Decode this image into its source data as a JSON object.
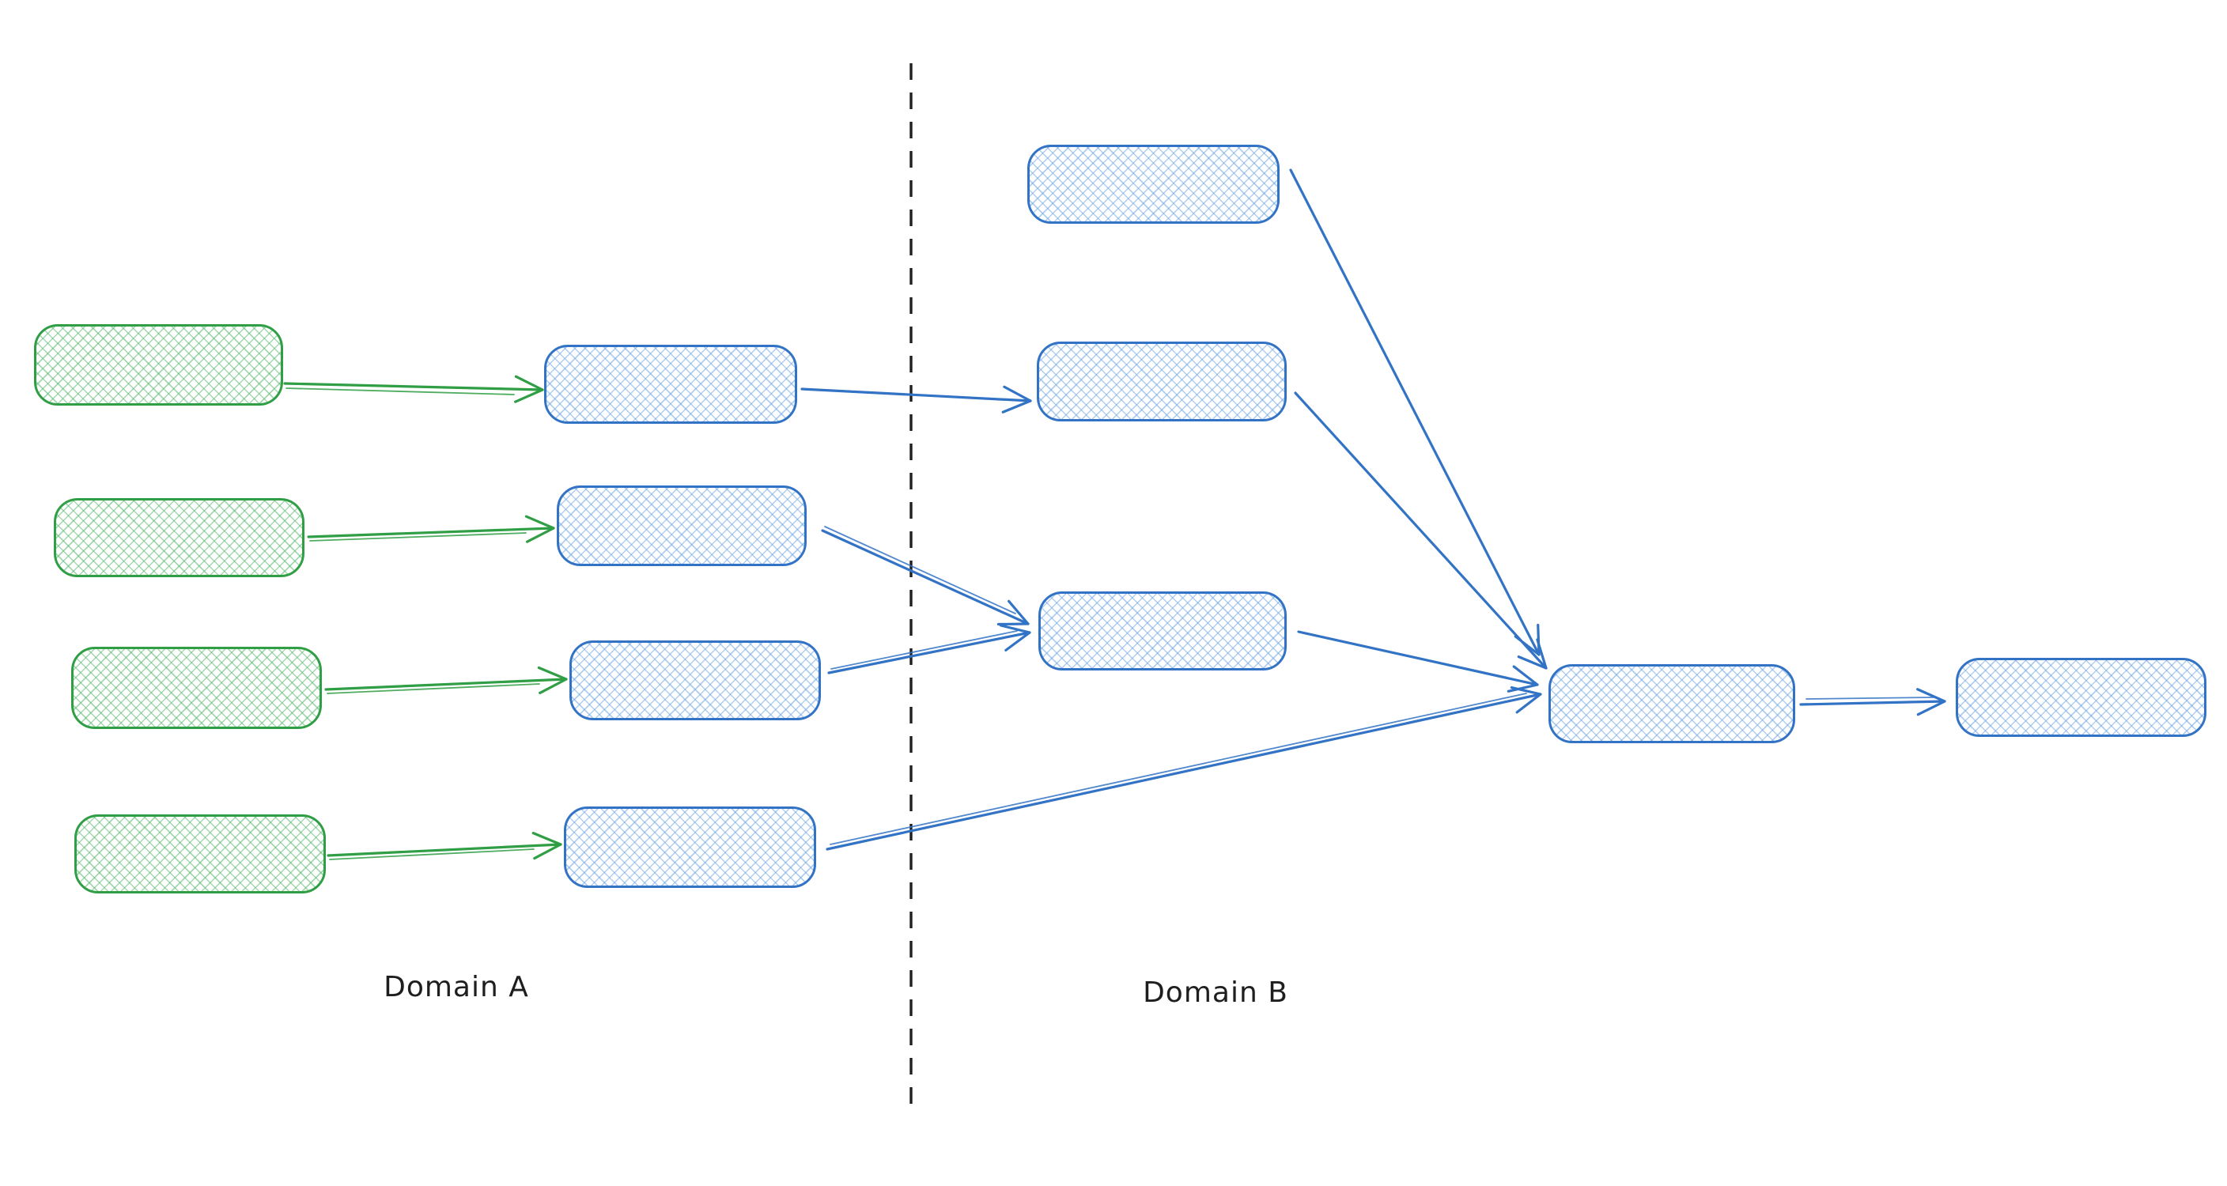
{
  "labels": {
    "domain_a": "Domain A",
    "domain_b": "Domain B"
  },
  "palette": {
    "canvas_background": "#ffffff",
    "green_stroke": "#2f9e44",
    "green_hatch_fill": "#b5e2bd",
    "blue_stroke": "#3273c5",
    "blue_hatch_fill": "#aecff2",
    "divider_color": "#1f1f1f",
    "label_color": "#1e1e1e"
  },
  "diagram": {
    "type": "flow-diagram",
    "style": "hand-drawn, cross-hatched rounded rectangles, V-shaped arrowheads",
    "regions": [
      {
        "id": "domain-a",
        "label": "Domain A",
        "side": "left-of-dashed-divider"
      },
      {
        "id": "domain-b",
        "label": "Domain B",
        "side": "right-of-dashed-divider"
      }
    ],
    "divider": {
      "orientation": "vertical",
      "stroke_style": "dashed",
      "color": "#1f1f1f"
    },
    "nodes": [
      {
        "id": "a-source-1",
        "region": "domain-a",
        "color": "green",
        "label": ""
      },
      {
        "id": "a-source-2",
        "region": "domain-a",
        "color": "green",
        "label": ""
      },
      {
        "id": "a-source-3",
        "region": "domain-a",
        "color": "green",
        "label": ""
      },
      {
        "id": "a-source-4",
        "region": "domain-a",
        "color": "green",
        "label": ""
      },
      {
        "id": "a-stage-1",
        "region": "domain-a",
        "color": "blue",
        "label": ""
      },
      {
        "id": "a-stage-2",
        "region": "domain-a",
        "color": "blue",
        "label": ""
      },
      {
        "id": "a-stage-3",
        "region": "domain-a",
        "color": "blue",
        "label": ""
      },
      {
        "id": "a-stage-4",
        "region": "domain-a",
        "color": "blue",
        "label": ""
      },
      {
        "id": "b-input-1",
        "region": "domain-b",
        "color": "blue",
        "label": ""
      },
      {
        "id": "b-input-2",
        "region": "domain-b",
        "color": "blue",
        "label": ""
      },
      {
        "id": "b-input-3",
        "region": "domain-b",
        "color": "blue",
        "label": ""
      },
      {
        "id": "b-merge",
        "region": "domain-b",
        "color": "blue",
        "label": ""
      },
      {
        "id": "b-output",
        "region": "domain-b",
        "color": "blue",
        "label": ""
      }
    ],
    "edges": [
      {
        "from": "a-source-1",
        "to": "a-stage-1",
        "color": "green"
      },
      {
        "from": "a-source-2",
        "to": "a-stage-2",
        "color": "green"
      },
      {
        "from": "a-source-3",
        "to": "a-stage-3",
        "color": "green"
      },
      {
        "from": "a-source-4",
        "to": "a-stage-4",
        "color": "green"
      },
      {
        "from": "a-stage-1",
        "to": "b-input-2",
        "color": "blue"
      },
      {
        "from": "a-stage-2",
        "to": "b-input-3",
        "color": "blue"
      },
      {
        "from": "a-stage-3",
        "to": "b-input-3",
        "color": "blue"
      },
      {
        "from": "a-stage-4",
        "to": "b-merge",
        "color": "blue"
      },
      {
        "from": "b-input-1",
        "to": "b-merge",
        "color": "blue"
      },
      {
        "from": "b-input-2",
        "to": "b-merge",
        "color": "blue"
      },
      {
        "from": "b-input-3",
        "to": "b-merge",
        "color": "blue"
      },
      {
        "from": "b-merge",
        "to": "b-output",
        "color": "blue"
      }
    ]
  }
}
